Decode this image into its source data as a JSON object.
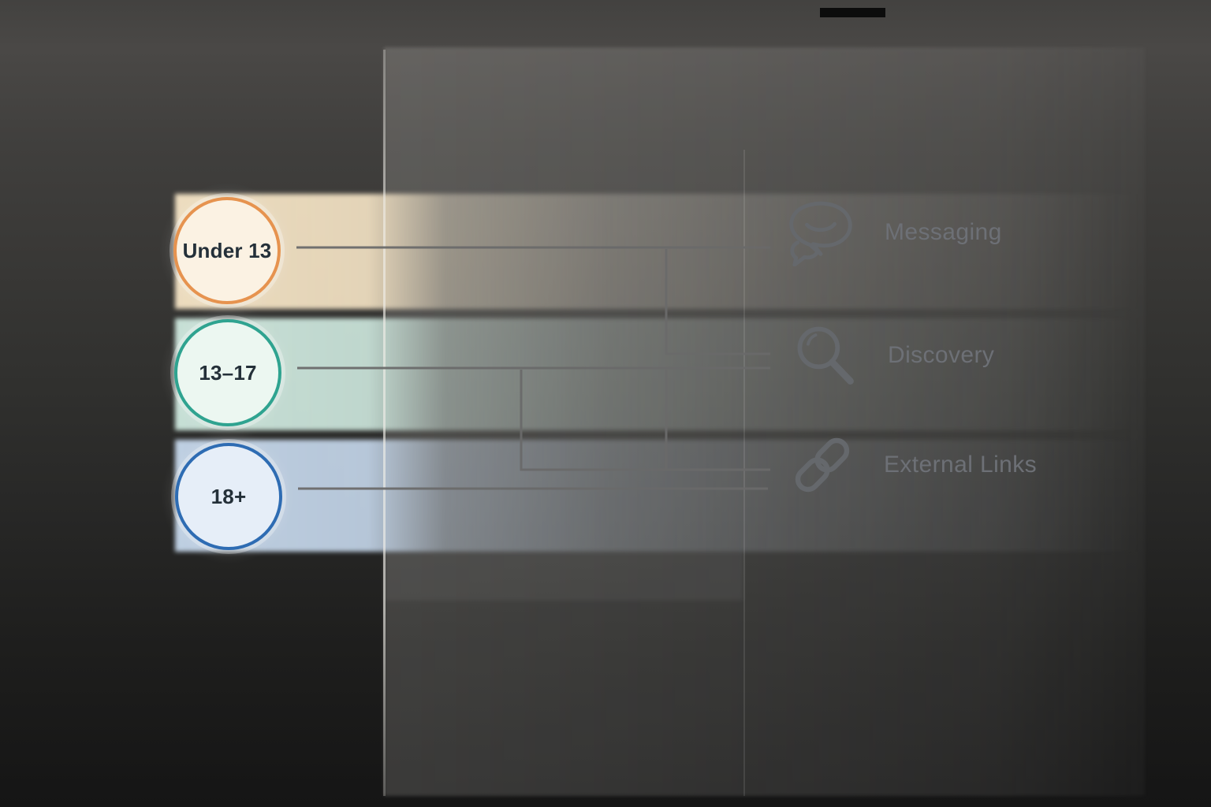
{
  "diagram": {
    "age_groups": [
      {
        "label": "Under 13",
        "border_color": "#e6934f",
        "fill_color": "#fbf2e3",
        "band_color": "#f6e5c6"
      },
      {
        "label": "13–17",
        "border_color": "#2fa390",
        "fill_color": "#ecf7f1",
        "band_color": "#cfe9df"
      },
      {
        "label": "18+",
        "border_color": "#2e6cb3",
        "fill_color": "#e6eef8",
        "band_color": "#c6d8ec"
      }
    ],
    "features": [
      {
        "label": "Messaging",
        "icon": "chat-bubbles-icon"
      },
      {
        "label": "Discovery",
        "icon": "magnifier-icon"
      },
      {
        "label": "External Links",
        "icon": "chain-link-icon"
      }
    ],
    "connections": [
      {
        "from": "Under 13",
        "to": "Messaging"
      },
      {
        "from": "Under 13",
        "to": "Discovery"
      },
      {
        "from": "13–17",
        "to": "Discovery"
      },
      {
        "from": "13–17",
        "to": "External Links"
      },
      {
        "from": "18+",
        "to": "External Links"
      }
    ],
    "line_color": "#6a6a6a",
    "label_color": "#6d7076"
  }
}
